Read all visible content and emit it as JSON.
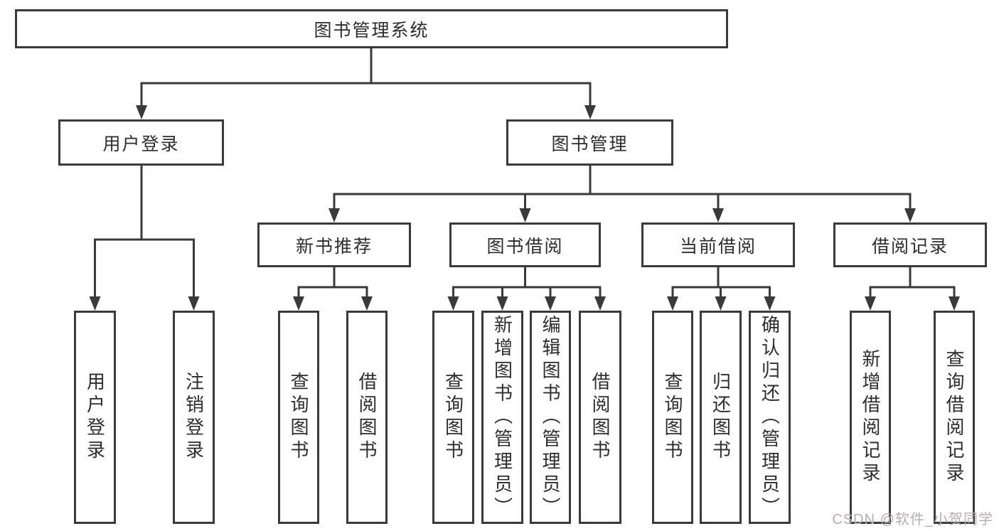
{
  "tree": {
    "root": {
      "label": "图书管理系统"
    },
    "children": [
      {
        "label": "用户登录",
        "leaves": [
          {
            "label": "用户登录"
          },
          {
            "label": "注销登录"
          }
        ]
      },
      {
        "label": "图书管理",
        "groups": [
          {
            "label": "新书推荐",
            "leaves": [
              {
                "label": "查询图书"
              },
              {
                "label": "借阅图书"
              }
            ]
          },
          {
            "label": "图书借阅",
            "leaves": [
              {
                "label": "查询图书"
              },
              {
                "label": "新增图书（管理员）"
              },
              {
                "label": "编辑图书（管理员）"
              },
              {
                "label": "借阅图书"
              }
            ]
          },
          {
            "label": "当前借阅",
            "leaves": [
              {
                "label": "查询图书"
              },
              {
                "label": "归还图书"
              },
              {
                "label": "确认归还（管理员）"
              }
            ]
          },
          {
            "label": "借阅记录",
            "leaves": [
              {
                "label": "新增借阅记录"
              },
              {
                "label": "查询借阅记录"
              }
            ]
          }
        ]
      }
    ]
  },
  "watermark": {
    "text": "CSDN @软件_小贺同学"
  },
  "colors": {
    "line": "#3a3a3a",
    "text": "#2d2d2d",
    "watermark": "#b8acae",
    "background": "#ffffff"
  }
}
